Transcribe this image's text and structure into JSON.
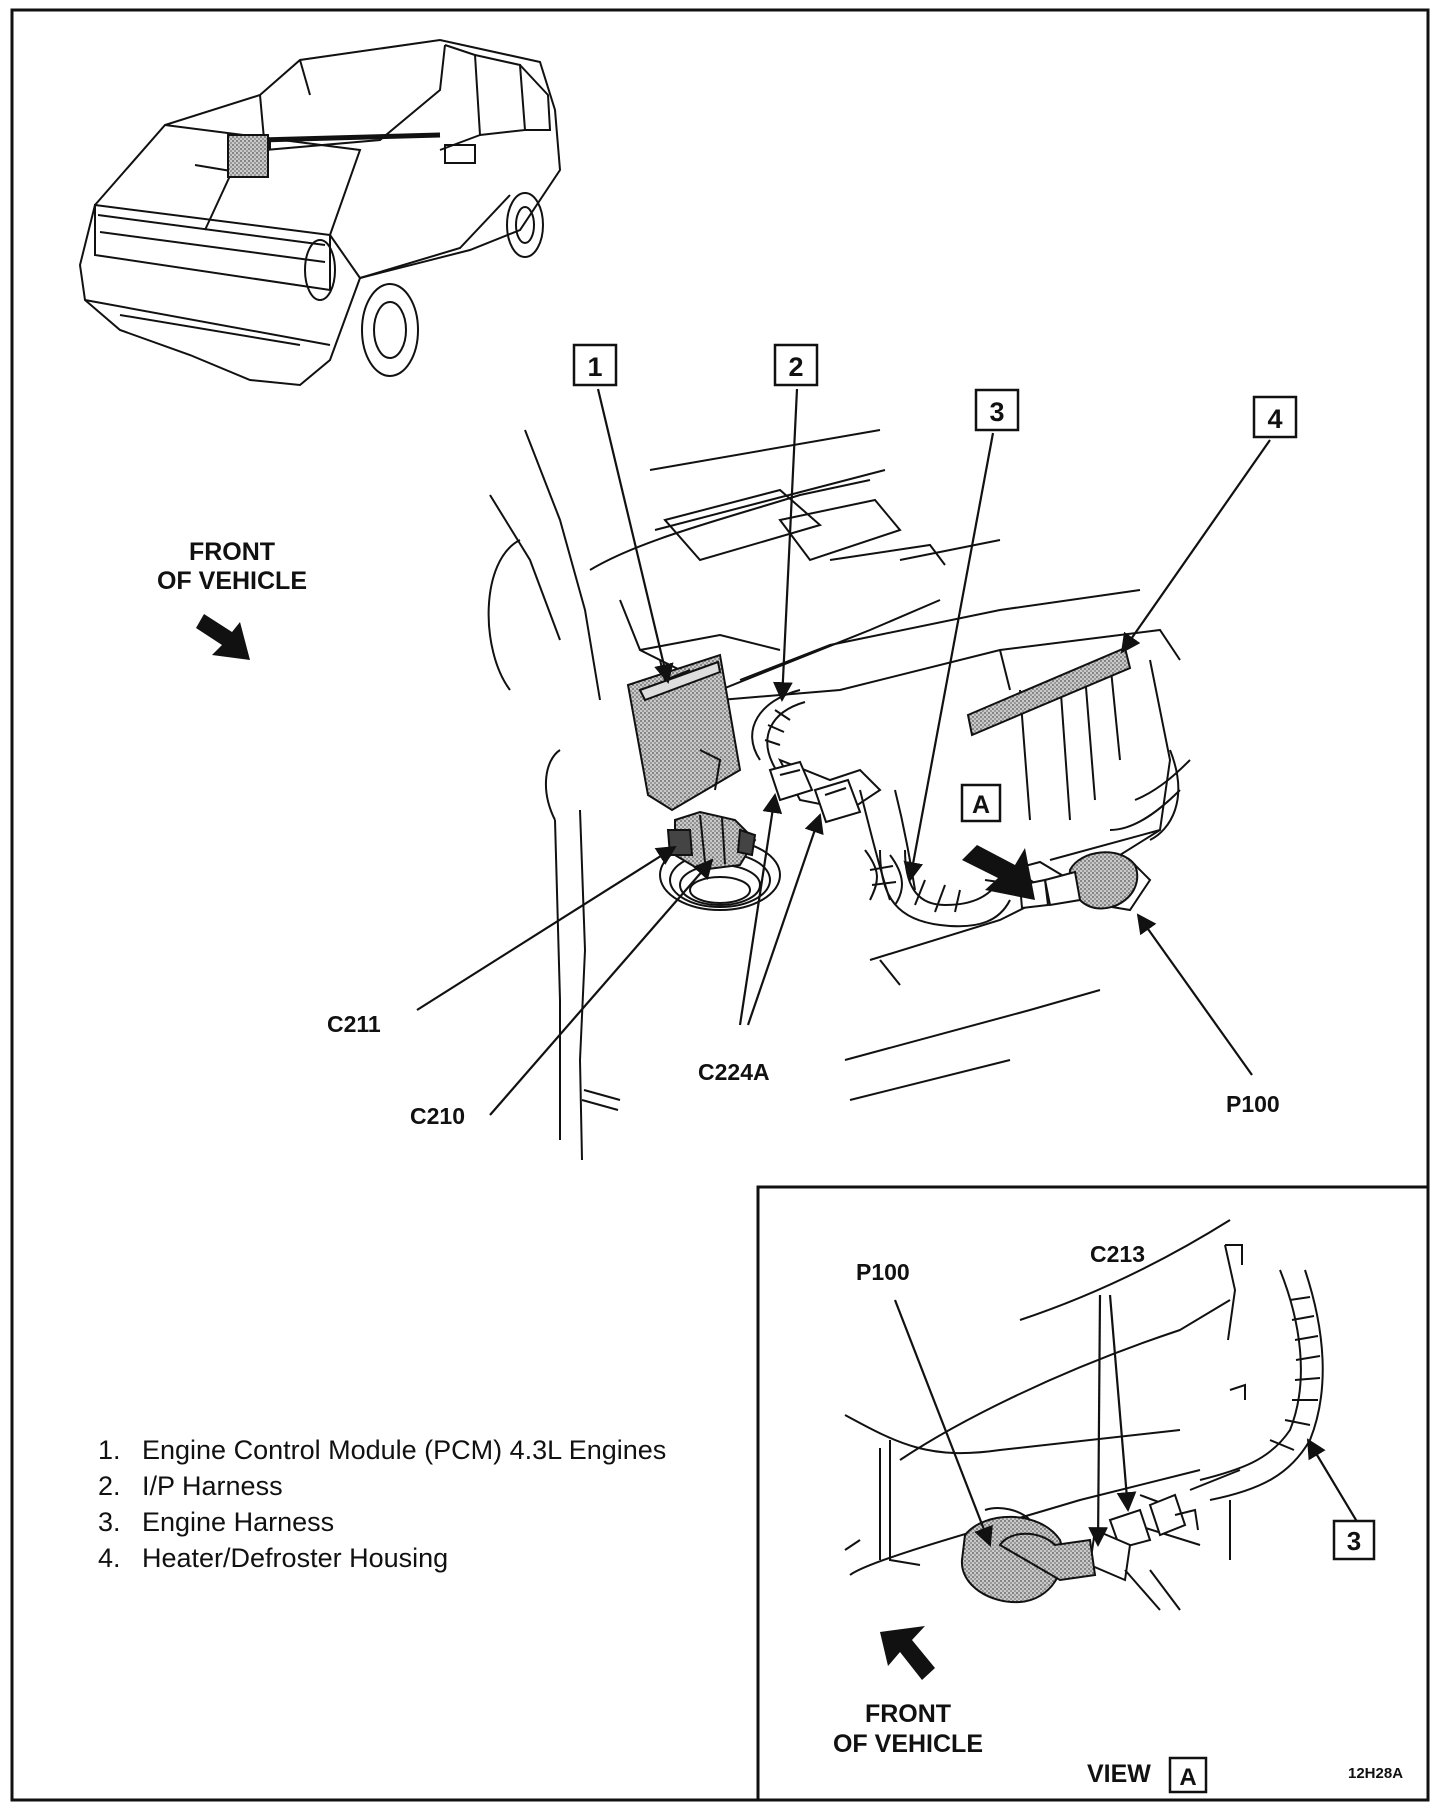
{
  "vehicle_icon": "suv-vehicle-icon",
  "callouts": {
    "c1": "1",
    "c2": "2",
    "c3": "3",
    "c4": "4",
    "view_a": "A",
    "inset_3": "3"
  },
  "labels": {
    "front_vehicle_top_line1": "FRONT",
    "front_vehicle_top_line2": "OF VEHICLE",
    "c211": "C211",
    "c210": "C210",
    "c224a": "C224A",
    "p100": "P100",
    "inset_p100": "P100",
    "inset_c213": "C213",
    "inset_front_line1": "FRONT",
    "inset_front_line2": "OF VEHICLE",
    "view_text": "VIEW",
    "view_box": "A",
    "figure_code": "12H28A"
  },
  "legend": [
    {
      "num": "1.",
      "text": "Engine Control Module (PCM) 4.3L Engines"
    },
    {
      "num": "2.",
      "text": "I/P Harness"
    },
    {
      "num": "3.",
      "text": "Engine Harness"
    },
    {
      "num": "4.",
      "text": "Heater/Defroster Housing"
    }
  ],
  "colors": {
    "line": "#111111",
    "shade": "#9a9a9a"
  }
}
